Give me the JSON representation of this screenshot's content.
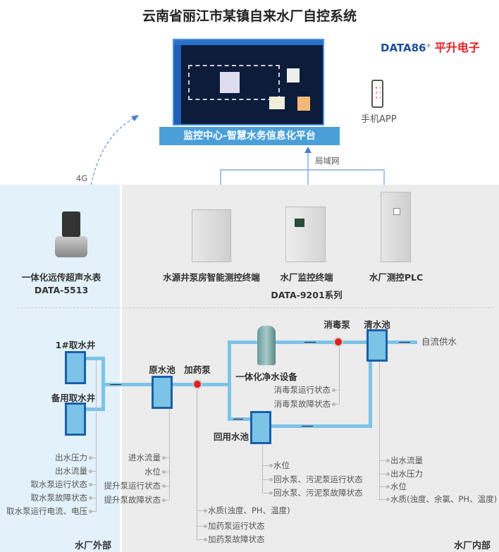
{
  "title": "云南省丽江市某镇自来水厂自控系统",
  "logo": {
    "brand": "DATA86",
    "registered": "®",
    "company": "平升电子"
  },
  "platform": {
    "label": "监控中心-智慧水务信息化平台"
  },
  "phone": {
    "label": "手机APP"
  },
  "links": {
    "cellular": "4G",
    "lan": "局域网"
  },
  "meter": {
    "name": "一体化远传超声水表",
    "model": "DATA-5513"
  },
  "terminals": [
    {
      "name": "水源井泵房智能测控终端"
    },
    {
      "name": "水厂监控终端"
    },
    {
      "name": "水厂测控PLC"
    }
  ],
  "terminal_series": "DATA-9201系列",
  "zones": {
    "outside": "水厂外部",
    "inside": "水厂内部"
  },
  "nodes": {
    "well1": "1#取水井",
    "well2": "备用取水井",
    "raw_pool": "原水池",
    "dosing_pump": "加药泵",
    "purifier": "一体化净水设备",
    "disinfect_pump": "消毒泵",
    "clear_pool": "清水池",
    "reuse_pool": "回用水池",
    "supply": "自流供水"
  },
  "well_items": [
    "出水压力",
    "出水流量",
    "取水泵运行状态",
    "取水泵故障状态",
    "取水泵运行电流、电压"
  ],
  "raw_items": [
    "进水流量",
    "水位",
    "提升泵运行状态",
    "提升泵故障状态"
  ],
  "dosing_items": [
    "水质(浊度、PH、温度)",
    "加药泵运行状态",
    "加药泵故障状态"
  ],
  "disinfect_items": [
    "消毒泵运行状态",
    "消毒泵故障状态"
  ],
  "reuse_items": [
    "水位",
    "回水泵、污泥泵运行状态",
    "回水泵、污泥泵故障状态"
  ],
  "clear_items": [
    "出水流量",
    "出水压力",
    "水位",
    "水质(浊度、余氯、PH、温度)"
  ],
  "colors": {
    "pipe": "#7cc3e8",
    "pool_border": "#1a5fa8",
    "platform": "#4a9fd8",
    "outside_bg": "#e3f1fa",
    "inside_bg": "#ececec",
    "logo_blue": "#1d4fa0",
    "logo_red": "#e02020"
  }
}
